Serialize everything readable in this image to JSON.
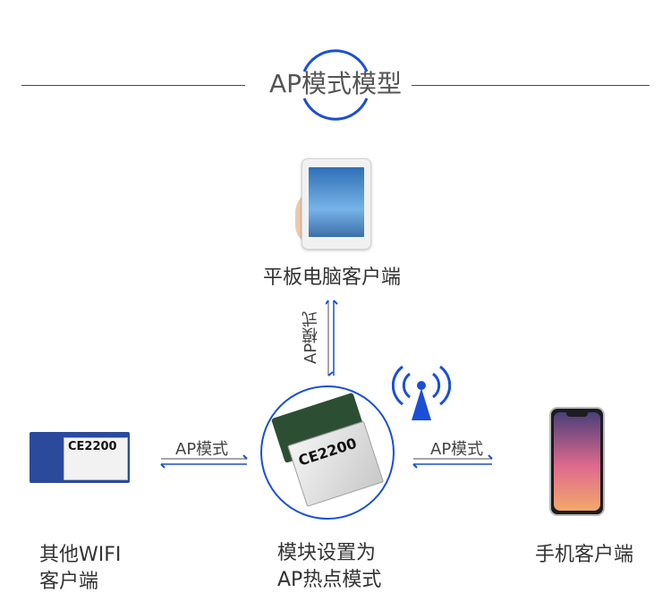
{
  "title": "AP模式模型",
  "nodes": {
    "tablet": {
      "label": "平板电脑客户端"
    },
    "center": {
      "label_line1": "模块设置为",
      "label_line2": "AP热点模式",
      "chip_mark": "CE2200"
    },
    "left": {
      "label_line1": "其他WIFI",
      "label_line2": "客户端",
      "chip_mark": "CE2200"
    },
    "right": {
      "label": "手机客户端"
    }
  },
  "edges": {
    "vertical": "AP模式",
    "left": "AP模式",
    "right": "AP模式"
  },
  "icons": {
    "antenna": "wifi-antenna-icon",
    "accent_color": "#1a4fd6",
    "line_color": "#1a4f9c"
  }
}
